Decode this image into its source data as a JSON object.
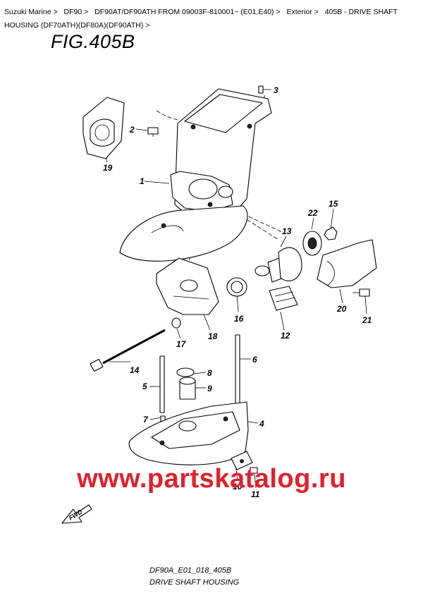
{
  "breadcrumb": [
    {
      "label": "Suzuki Marine",
      "sep": ">"
    },
    {
      "label": "DF90",
      "sep": ">"
    },
    {
      "label": "DF90AT/DF90ATH FROM 09003F-810001~ (E01,E40)",
      "sep": ">"
    },
    {
      "label": "Exterior",
      "sep": ">"
    },
    {
      "label": "405B - DRIVE SHAFT HOUSING (DF70ATH)(DF80A)(DF90ATH)",
      "sep": ">"
    }
  ],
  "figure": {
    "title": "FIG.405B",
    "code": "DF90A_E01_018_405B",
    "caption": "DRIVE SHAFT HOUSING",
    "watermark": "www.partskatalog.ru"
  },
  "callouts": [
    "1",
    "2",
    "3",
    "4",
    "5",
    "6",
    "7",
    "8",
    "9",
    "10",
    "11",
    "12",
    "13",
    "14",
    "15",
    "16",
    "17",
    "18",
    "19",
    "20",
    "21",
    "22"
  ],
  "fwd_label": "FWD",
  "colors": {
    "watermark": "#e2202a",
    "ink": "#000000"
  }
}
